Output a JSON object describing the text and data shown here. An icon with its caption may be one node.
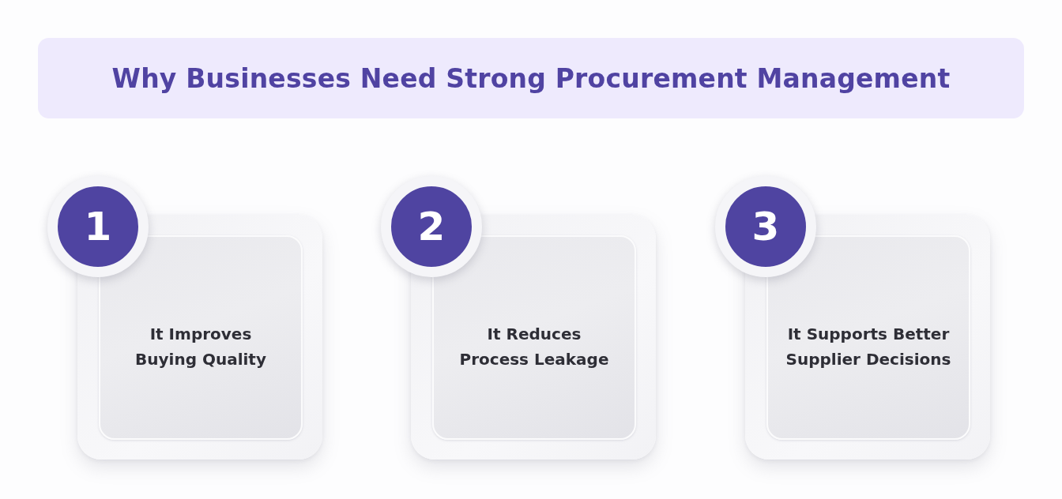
{
  "diagram": {
    "title": "Why Businesses Need Strong Procurement Management",
    "nodes": [
      {
        "text": [
          "1"
        ]
      },
      {
        "text": [
          "It Improves Buying Quality"
        ]
      },
      {
        "text": [
          "2"
        ]
      },
      {
        "text": [
          "It Reduces Process Leakage"
        ]
      },
      {
        "text": [
          "3"
        ]
      },
      {
        "text": [
          "It Supports Better Supplier Decisions"
        ]
      }
    ]
  }
}
